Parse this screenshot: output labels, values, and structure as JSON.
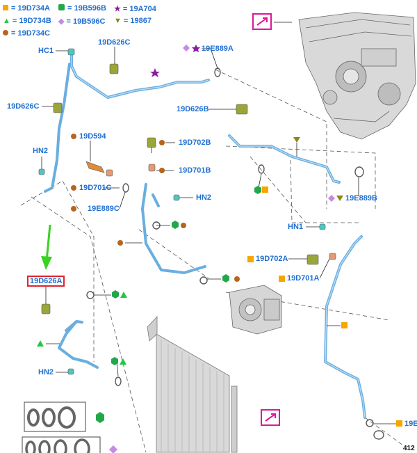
{
  "legend": {
    "items": [
      {
        "symbol": "orange-square-icon",
        "label": "= 19D734A"
      },
      {
        "symbol": "green-hexagon-icon",
        "label": "= 19B596B"
      },
      {
        "symbol": "purple-star-icon",
        "label": "= 19A704"
      },
      {
        "symbol": "green-triangle-icon",
        "label": "= 19D734B"
      },
      {
        "symbol": "violet-diamond-icon",
        "label": "= 19B596C"
      },
      {
        "symbol": "olive-triangle-down-icon",
        "label": "= 19867"
      },
      {
        "symbol": "brown-circle-icon",
        "label": "= 19D734C"
      }
    ]
  },
  "labels": {
    "hc1": "HC1",
    "d626c_top": "19D626C",
    "e889a": "19E889A",
    "d626c_left": "19D626C",
    "d626b": "19D626B",
    "d594": "19D594",
    "d702b": "19D702B",
    "d701b": "19D701B",
    "hn2_left": "HN2",
    "d701c": "19D701C",
    "e889c": "19E889C",
    "hn2_mid": "HN2",
    "e889b": "19E889B",
    "hn1": "HN1",
    "d702a": "19D702A",
    "d701a": "19D701A",
    "d626a": "19D626A",
    "hn2_bottom": "HN2",
    "e_right": "19E"
  },
  "ref_number": "412",
  "colors": {
    "label": "#1f6fd1",
    "pipe": "#6aaee0",
    "highlight": "#e0242b",
    "arrow": "#39d21f",
    "view_box": "#e0159a",
    "orange": "#f7a600",
    "green": "#22a84a",
    "purple": "#8a1d9c",
    "violet": "#c48ae6",
    "olive": "#8a8a12",
    "brown": "#b5651d"
  }
}
